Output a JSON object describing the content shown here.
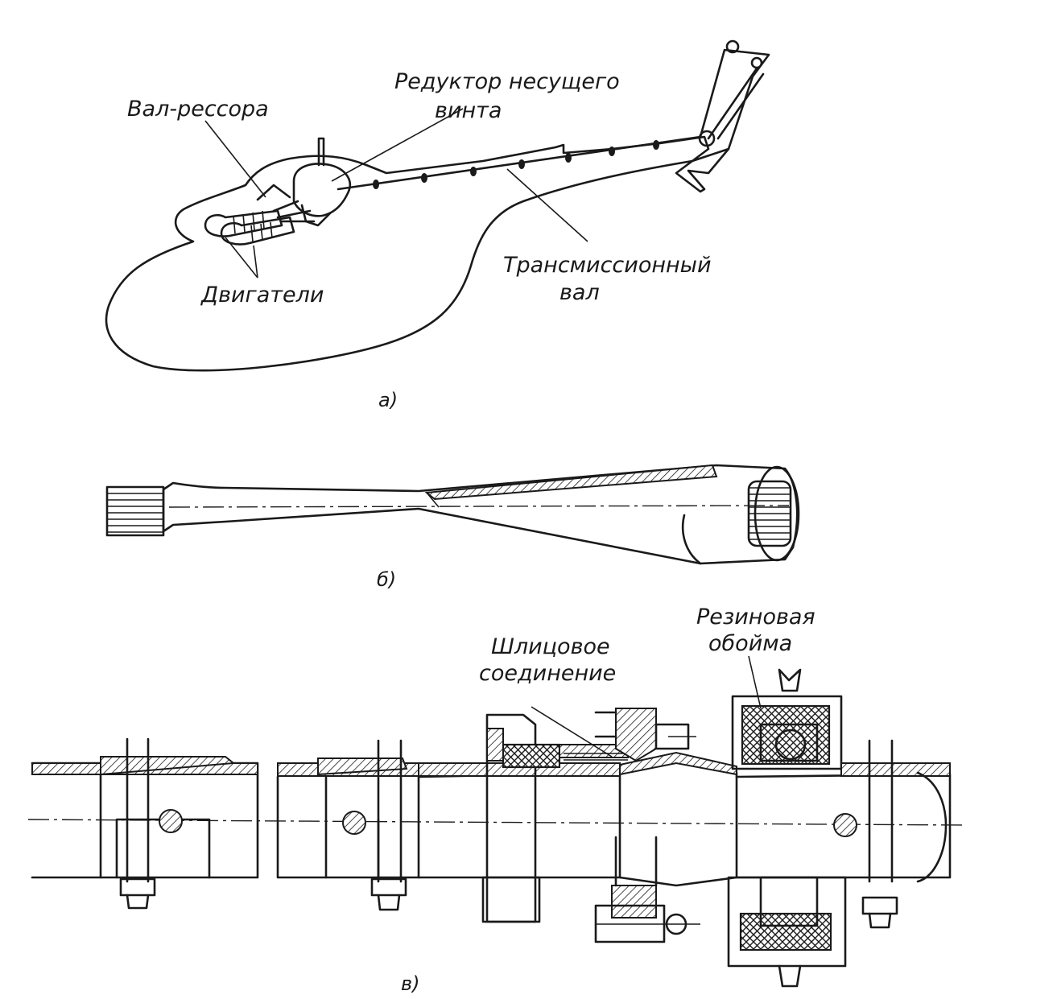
{
  "figure": {
    "panel_a": {
      "caption": "а)",
      "labels": {
        "gearbox_line1": "Редуктор несущего",
        "gearbox_line2": "винта",
        "shaft_spring": "Вал-рессора",
        "engines": "Двигатели",
        "transmission_line1": "Трансмиссионный",
        "transmission_line2": "вал"
      }
    },
    "panel_b": {
      "caption": "б)"
    },
    "panel_v": {
      "caption": "в)",
      "labels": {
        "rubber_line1": "Резиновая",
        "rubber_line2": "обойма",
        "spline_line1": "Шлицовое",
        "spline_line2": "соединение"
      }
    }
  }
}
